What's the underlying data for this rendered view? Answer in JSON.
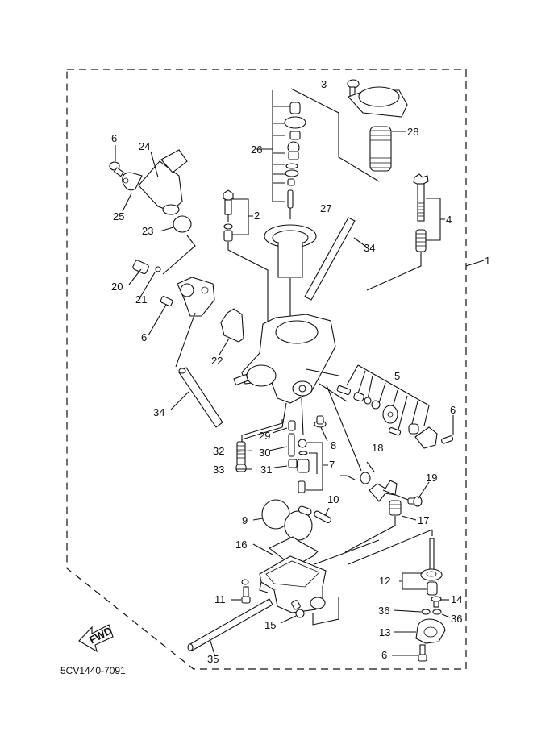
{
  "diagram": {
    "title": "Carburetor exploded parts diagram",
    "drawing_code": "5CV1440-7091",
    "direction_arrow": "FWD",
    "assembly_callout": "1",
    "callouts": [
      {
        "id": "c1",
        "label": "1",
        "part": "carburetor assembly"
      },
      {
        "id": "c2",
        "label": "2",
        "part": "pilot screw set"
      },
      {
        "id": "c3",
        "label": "3",
        "part": "screw"
      },
      {
        "id": "c4",
        "label": "4",
        "part": "throttle stop screw set"
      },
      {
        "id": "c5",
        "label": "5",
        "part": "starter plunger set"
      },
      {
        "id": "c6a",
        "label": "6",
        "part": "screw"
      },
      {
        "id": "c6b",
        "label": "6",
        "part": "screw"
      },
      {
        "id": "c6c",
        "label": "6",
        "part": "screw"
      },
      {
        "id": "c6d",
        "label": "6",
        "part": "screw"
      },
      {
        "id": "c7",
        "label": "7",
        "part": "needle valve set"
      },
      {
        "id": "c8",
        "label": "8",
        "part": "screw"
      },
      {
        "id": "c9",
        "label": "9",
        "part": "float"
      },
      {
        "id": "c10",
        "label": "10",
        "part": "float pin"
      },
      {
        "id": "c11",
        "label": "11",
        "part": "screw"
      },
      {
        "id": "c12",
        "label": "12",
        "part": "diaphragm set"
      },
      {
        "id": "c13",
        "label": "13",
        "part": "cover"
      },
      {
        "id": "c14",
        "label": "14",
        "part": "screw"
      },
      {
        "id": "c15",
        "label": "15",
        "part": "drain screw"
      },
      {
        "id": "c16",
        "label": "16",
        "part": "gasket"
      },
      {
        "id": "c17",
        "label": "17",
        "part": "valve"
      },
      {
        "id": "c18",
        "label": "18",
        "part": "spring"
      },
      {
        "id": "c19",
        "label": "19",
        "part": "screw"
      },
      {
        "id": "c20",
        "label": "20",
        "part": "plug"
      },
      {
        "id": "c21",
        "label": "21",
        "part": "o-ring"
      },
      {
        "id": "c22",
        "label": "22",
        "part": "gasket"
      },
      {
        "id": "c23",
        "label": "23",
        "part": "o-ring"
      },
      {
        "id": "c24",
        "label": "24",
        "part": "sensor"
      },
      {
        "id": "c25",
        "label": "25",
        "part": "bracket"
      },
      {
        "id": "c26",
        "label": "26",
        "part": "jet needle set"
      },
      {
        "id": "c27",
        "label": "27",
        "part": "diaphragm / piston"
      },
      {
        "id": "c28",
        "label": "28",
        "part": "spring"
      },
      {
        "id": "c29",
        "label": "29",
        "part": "needle jet"
      },
      {
        "id": "c30",
        "label": "30",
        "part": "pipe"
      },
      {
        "id": "c31",
        "label": "31",
        "part": "pilot jet"
      },
      {
        "id": "c32",
        "label": "32",
        "part": "main jet"
      },
      {
        "id": "c33",
        "label": "33",
        "part": "washer"
      },
      {
        "id": "c34a",
        "label": "34",
        "part": "hose"
      },
      {
        "id": "c34b",
        "label": "34",
        "part": "hose"
      },
      {
        "id": "c35",
        "label": "35",
        "part": "hose"
      },
      {
        "id": "c36a",
        "label": "36",
        "part": "o-ring"
      },
      {
        "id": "c36b",
        "label": "36",
        "part": "o-ring"
      }
    ]
  }
}
